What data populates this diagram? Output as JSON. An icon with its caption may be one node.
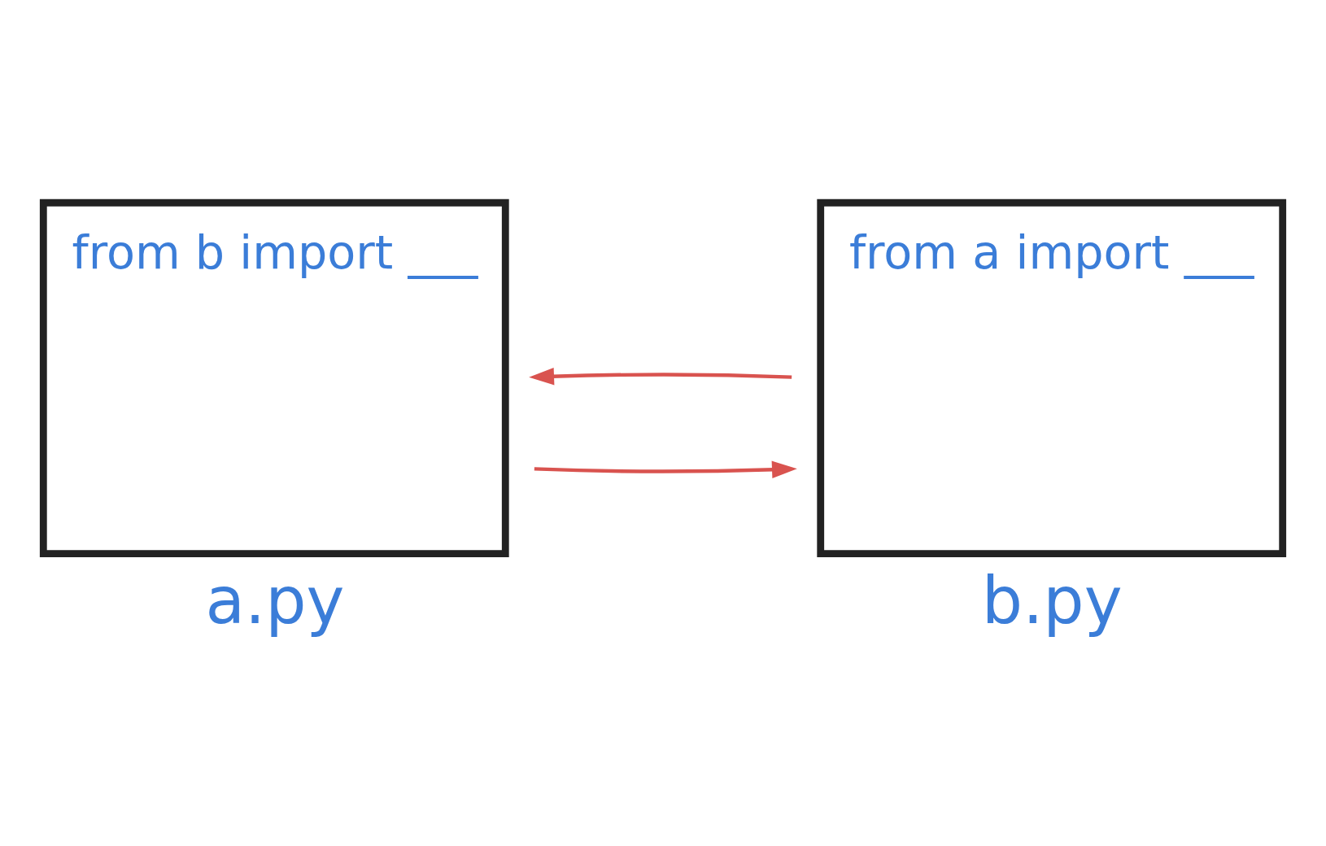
{
  "diagram": {
    "nodes": [
      {
        "text": [
          "from b import ___"
        ],
        "beside": [
          "a.py"
        ]
      },
      {
        "text": [
          "from a import ___"
        ],
        "beside": [
          "b.py"
        ]
      }
    ],
    "edges": [
      {
        "from": 1,
        "to": 0,
        "arrow": "to"
      },
      {
        "from": 0,
        "to": 1,
        "arrow": "to"
      }
    ]
  }
}
